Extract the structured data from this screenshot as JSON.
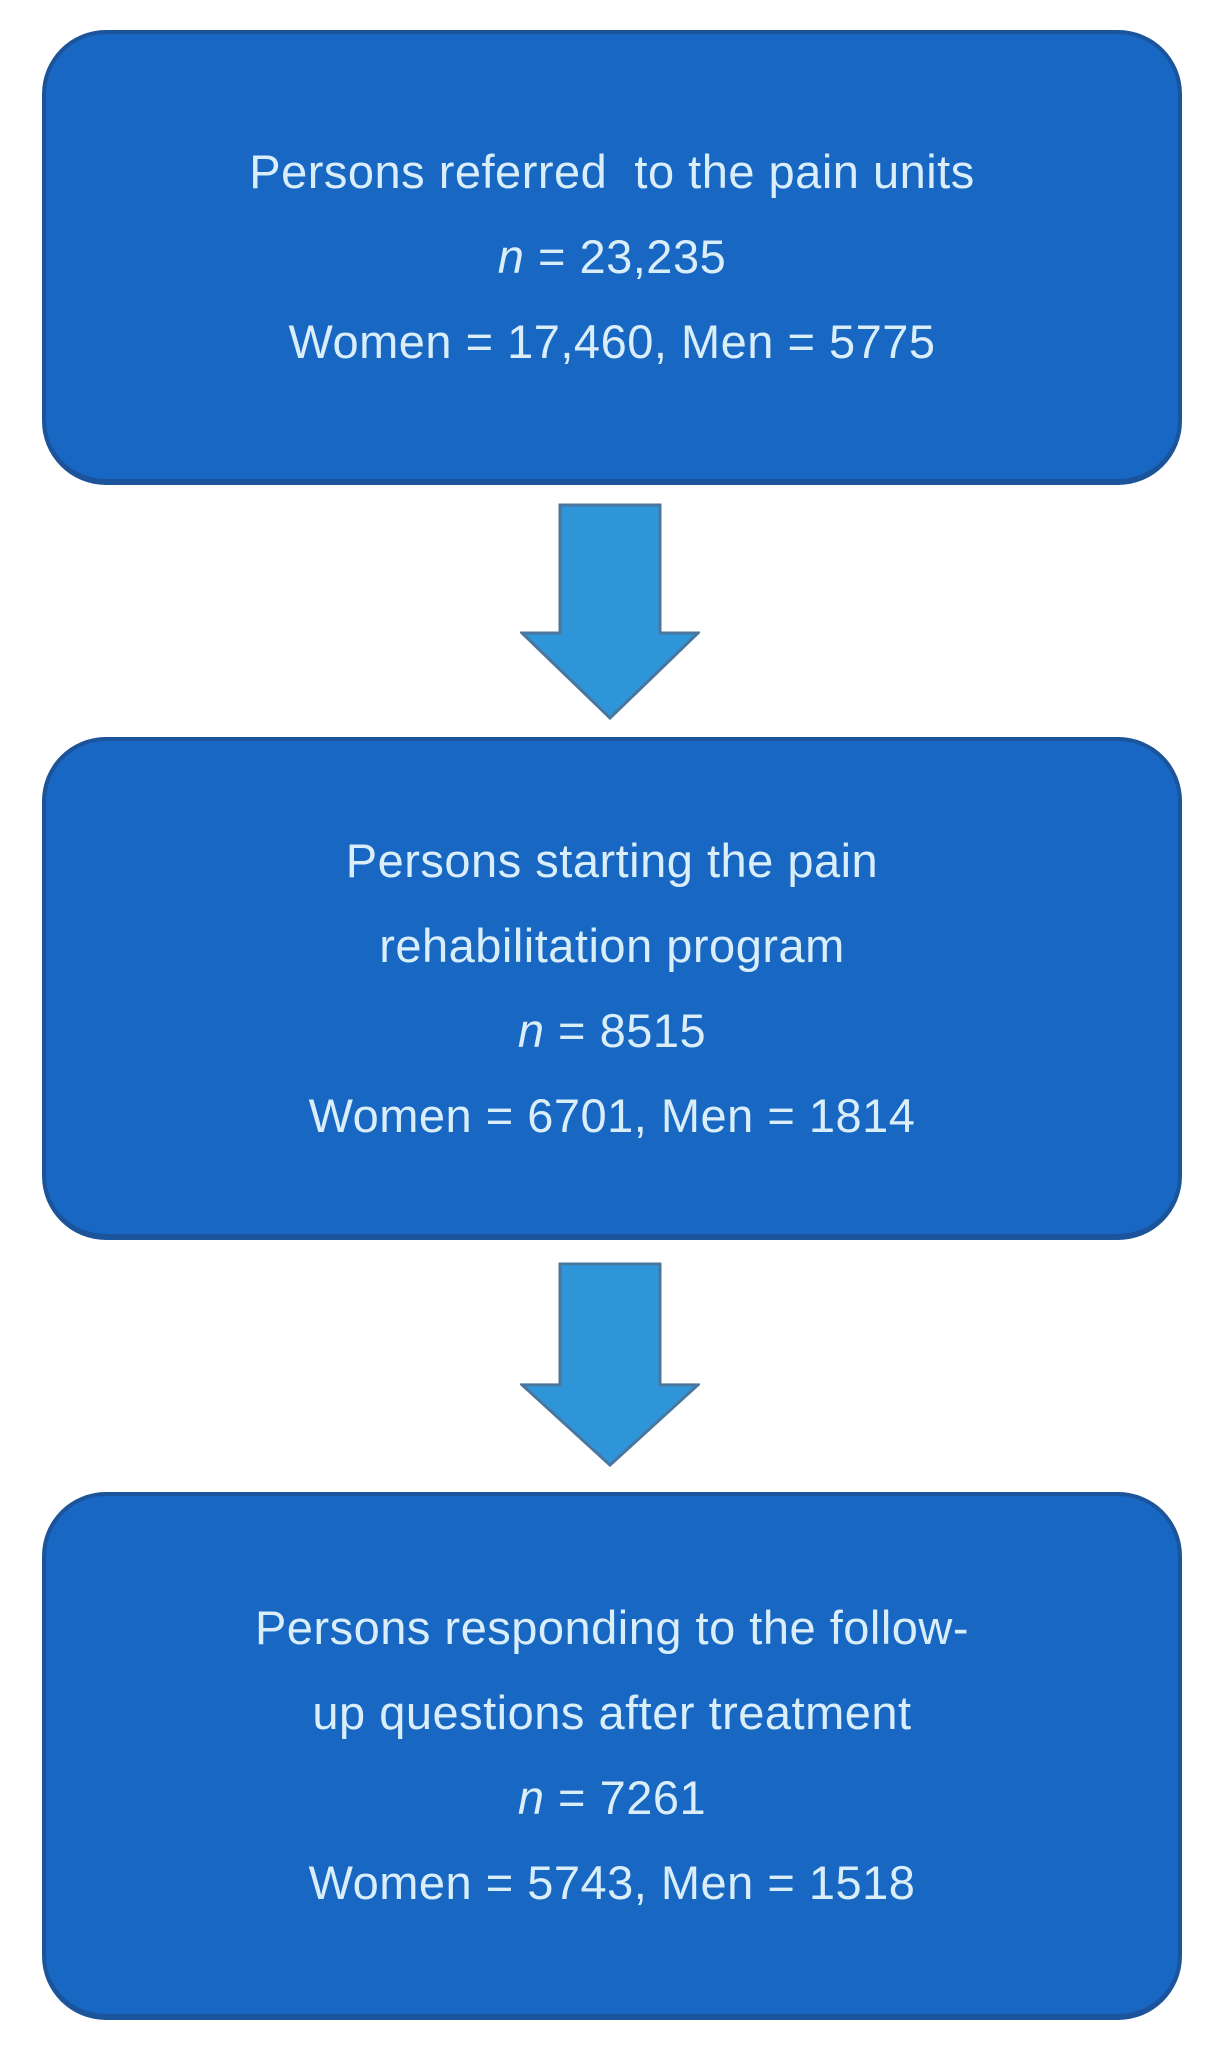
{
  "colors": {
    "background": "#ffffff",
    "box_fill": "#1767c3",
    "box_border": "#1b549a",
    "box_text": "#d9eef8",
    "arrow_fill": "#2e95d8",
    "arrow_border": "#4a769e"
  },
  "flowchart": {
    "type": "participant-flow",
    "direction": "top-down",
    "boxes": [
      {
        "name": "referred",
        "title_lines": [
          "Persons referred  to the pain units"
        ],
        "n_prefix": "n",
        "n_text": " = 23,235",
        "detail": "Women = 17,460, Men = 5775"
      },
      {
        "name": "starting",
        "title_lines": [
          "Persons starting the pain",
          "rehabilitation program"
        ],
        "n_prefix": "n",
        "n_text": " = 8515",
        "detail": "Women = 6701, Men = 1814"
      },
      {
        "name": "responding",
        "title_lines": [
          "Persons responding to the follow-",
          "up questions after treatment"
        ],
        "n_prefix": "n",
        "n_text": " = 7261",
        "detail": "Women = 5743, Men = 1518"
      }
    ],
    "arrows": [
      {
        "name": "arrow-1",
        "direction": "down"
      },
      {
        "name": "arrow-2",
        "direction": "down"
      }
    ]
  }
}
